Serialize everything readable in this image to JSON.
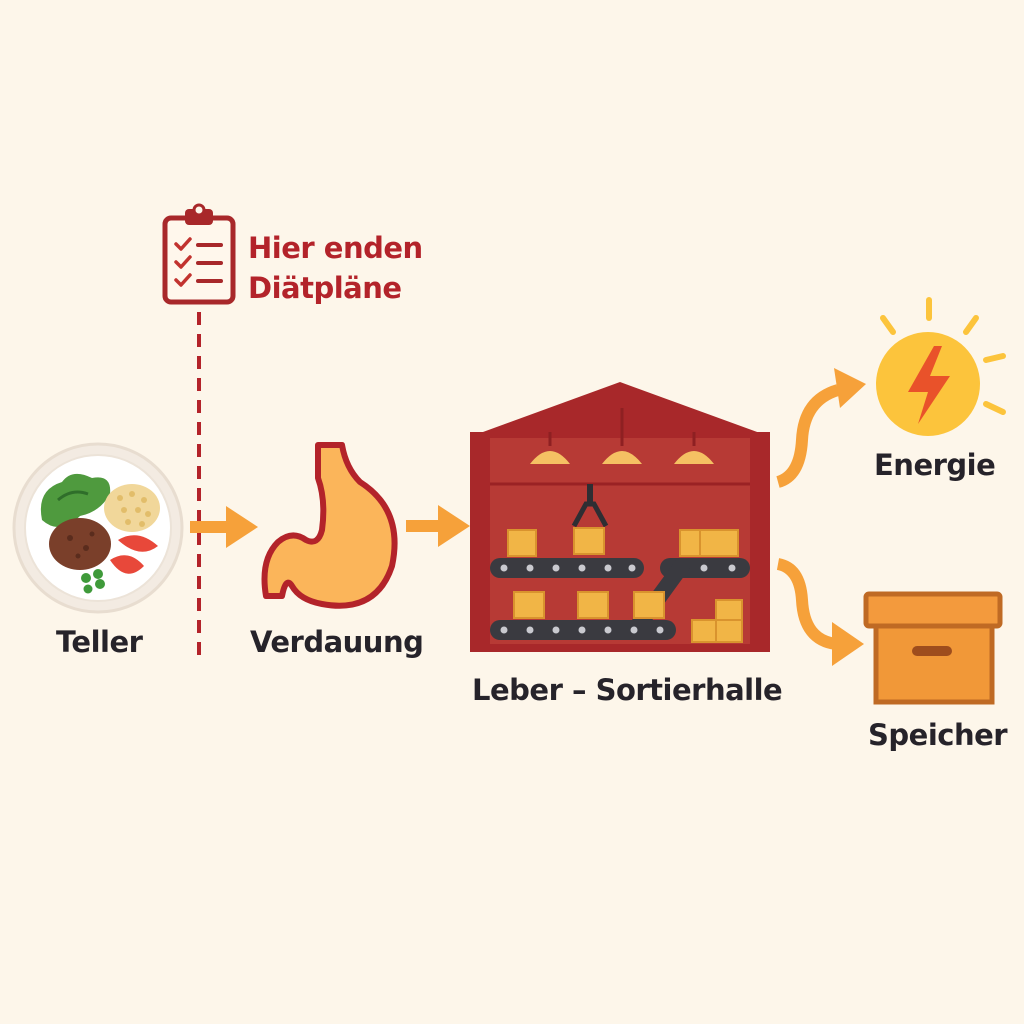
{
  "diagram": {
    "callout": {
      "line1": "Hier enden",
      "line2": "Diätpläne"
    },
    "nodes": {
      "plate": "Teller",
      "digestion": "Verdauung",
      "liver": "Leber – Sortierhalle",
      "energy": "Energie",
      "storage": "Speicher"
    },
    "colors": {
      "background": "#fdf6ea",
      "accent_red": "#b3232a",
      "warehouse_red": "#a8282a",
      "arrow_orange": "#f6a13a",
      "stomach_fill": "#fbb55a",
      "sun_yellow": "#fcc43c",
      "box_orange": "#f19838"
    }
  }
}
